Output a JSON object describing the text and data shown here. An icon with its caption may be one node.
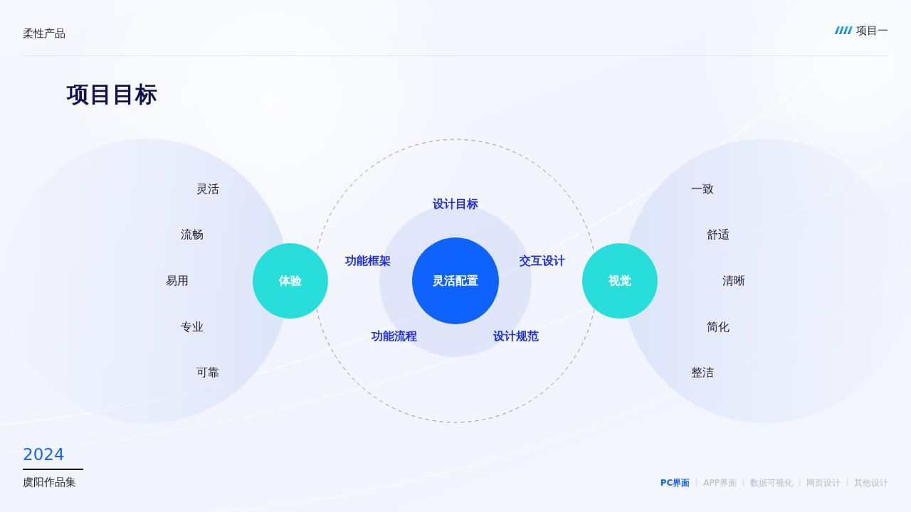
{
  "diagram": {
    "title": "项目目标",
    "nodes": [
      {
        "text": [
          "灵活",
          "流畅",
          "易用",
          "专业",
          "可靠"
        ]
      },
      {
        "text": [
          "体验"
        ]
      },
      {
        "text": [
          "设计目标",
          "功能框架",
          "交互设计",
          "功能流程",
          "设计规范"
        ]
      },
      {
        "text": [
          "灵活配置"
        ],
        "in": 2
      },
      {
        "text": [
          "视觉"
        ]
      },
      {
        "text": [
          "一致",
          "舒适",
          "清晰",
          "简化",
          "整洁"
        ]
      }
    ],
    "labels": [
      "柔性产品",
      "项目一",
      "2024",
      "虞阳作品集",
      "PC界面",
      "APP界面",
      "数据可视化",
      "网页设计",
      "其他设计"
    ]
  }
}
